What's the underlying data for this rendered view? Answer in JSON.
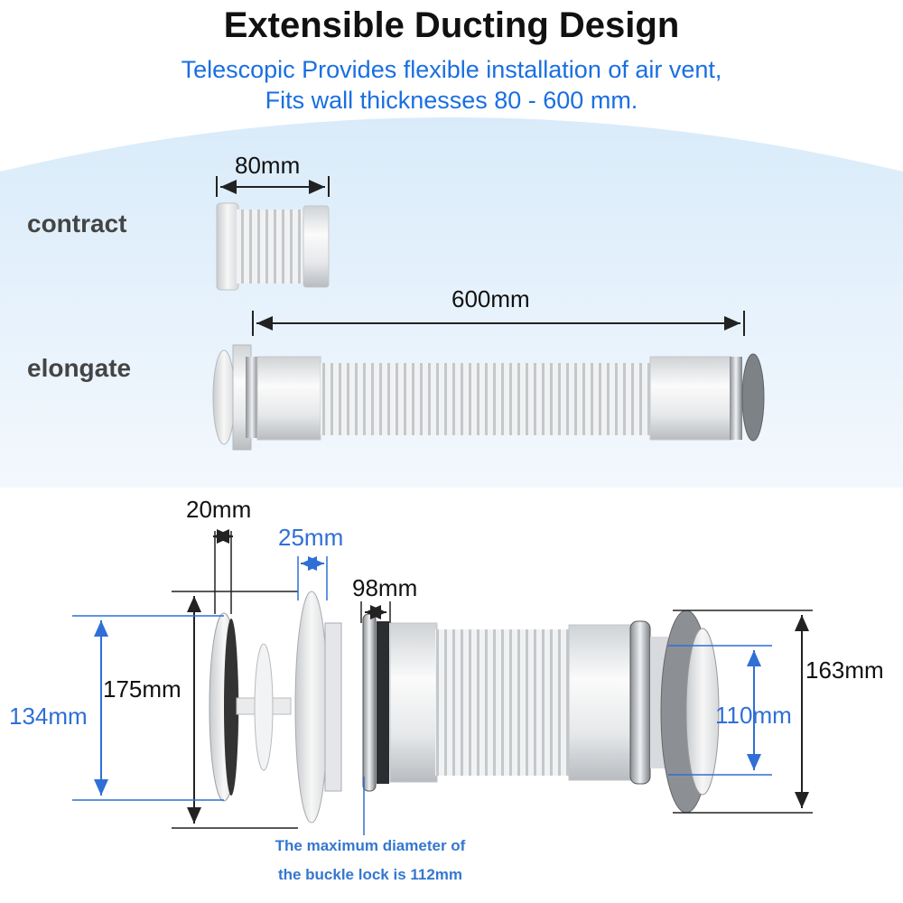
{
  "title": "Extensible Ducting Design",
  "subtitle": {
    "line1": "Telescopic Provides flexible installation of air vent,",
    "line2": "Fits wall thicknesses 80 - 600 mm."
  },
  "states": {
    "contract": {
      "label": "contract",
      "length": "80mm"
    },
    "elongate": {
      "label": "elongate",
      "length": "600mm"
    }
  },
  "dimensions": {
    "grille_thickness": "20mm",
    "flange_thickness": "25mm",
    "duct_diameter": "98mm",
    "grille_inner": "134mm",
    "grille_outer": "175mm",
    "outer_cap": "163mm",
    "outlet_diameter": "110mm"
  },
  "note": {
    "line1": "The maximum diameter of",
    "line2": "the buckle lock is 112mm"
  },
  "colors": {
    "accent": "#1a6fe0",
    "dimension_blue": "#2f6fd6",
    "background_band": "#e3f0fb"
  }
}
